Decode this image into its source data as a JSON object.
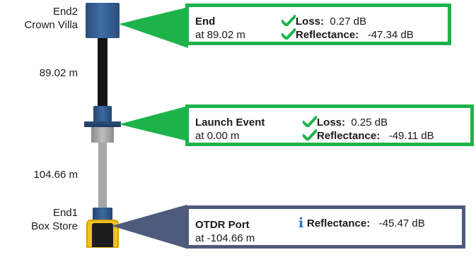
{
  "end2": {
    "line1": "End2",
    "line2": "Crown Villa"
  },
  "distance_upper": "89.02 m",
  "distance_lower": "104.66 m",
  "end1": {
    "line1": "End1",
    "line2": "Box Store"
  },
  "events": {
    "end": {
      "title": "End",
      "location": "at 89.02 m",
      "loss_label": "Loss:",
      "loss_value": "0.27 dB",
      "reflectance_label": "Reflectance:",
      "reflectance_value": "-47.34 dB"
    },
    "launch": {
      "title": "Launch Event",
      "location": "at 0.00 m",
      "loss_label": "Loss:",
      "loss_value": "0.25 dB",
      "reflectance_label": "Reflectance:",
      "reflectance_value": "-49.11 dB"
    },
    "otdr": {
      "title": "OTDR Port",
      "location": "at -104.66 m",
      "reflectance_label": "Reflectance:",
      "reflectance_value": "-45.47 dB"
    }
  },
  "icons": {
    "pass": "check-icon",
    "info": "info-icon"
  },
  "colors": {
    "pass_green": "#1db34a",
    "port_slate": "#4f5b7c",
    "connector_blue": "#2c4d7a",
    "tester_yellow": "#f3c21a"
  }
}
